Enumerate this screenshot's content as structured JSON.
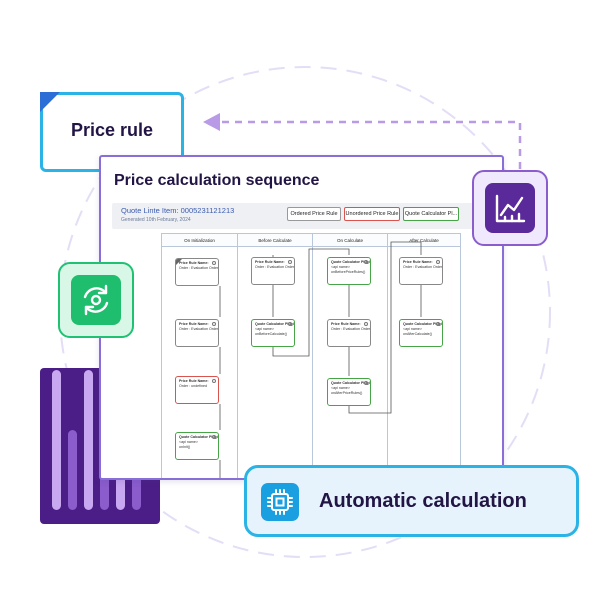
{
  "price_rule_card": {
    "title": "Price rule"
  },
  "window": {
    "title": "Price calculation sequence",
    "quote_item": "Quote Linte Item: 0005231121213",
    "generated": "Generated 10th February, 2024",
    "buttons": [
      "Ordered Price Rule",
      "Unordered Price Rule",
      "Quote Calculator Pl..."
    ],
    "columns": [
      "On Initialization",
      "Before Calculate",
      "On Calculate",
      "After Calculate"
    ],
    "nodes": {
      "init_1": {
        "title": "Price Rule Name:",
        "line1": "Order : Evaluation Order:"
      },
      "init_2": {
        "title": "Price Rule Name:",
        "line1": "Order : Evaluation Order:"
      },
      "init_3": {
        "title": "Price Rule Name:",
        "line1": "Order : undefined"
      },
      "init_4": {
        "title": "Quote Calculator Plugin",
        "line1": "<api name>",
        "line2": "onInit()"
      },
      "before_1": {
        "title": "Price Rule Name:",
        "line1": "Order : Evaluation Order:"
      },
      "before_2": {
        "title": "Quote Calculator Plugin",
        "line1": "<api name>",
        "line2": "onBeforeCalculate()"
      },
      "calc_1": {
        "title": "Quote Calculator Plugin",
        "line1": "<api name>",
        "line2": "onBeforePriceRules()"
      },
      "calc_2": {
        "title": "Price Rule Name:",
        "line1": "Order : Evaluation Order:"
      },
      "calc_3": {
        "title": "Quote Calculator Plugin",
        "line1": "<api name>",
        "line2": "onAfterPriceRules()"
      },
      "after_1": {
        "title": "Price Rule Name:",
        "line1": "Order : Evaluation Order:"
      },
      "after_2": {
        "title": "Quote Calculator Plugin",
        "line1": "<api name>",
        "line2": "onAfterCalculate()"
      }
    }
  },
  "auto_calc": {
    "label": "Automatic calculation",
    "icon": "chip-icon"
  },
  "icons": {
    "chart": "chart-line-icon",
    "sync": "sync-icon"
  },
  "colors": {
    "navy_text": "#221545",
    "blue_accent": "#2bb3e6",
    "purple_accent": "#8a5ccc",
    "green_accent": "#1fbe6f"
  }
}
